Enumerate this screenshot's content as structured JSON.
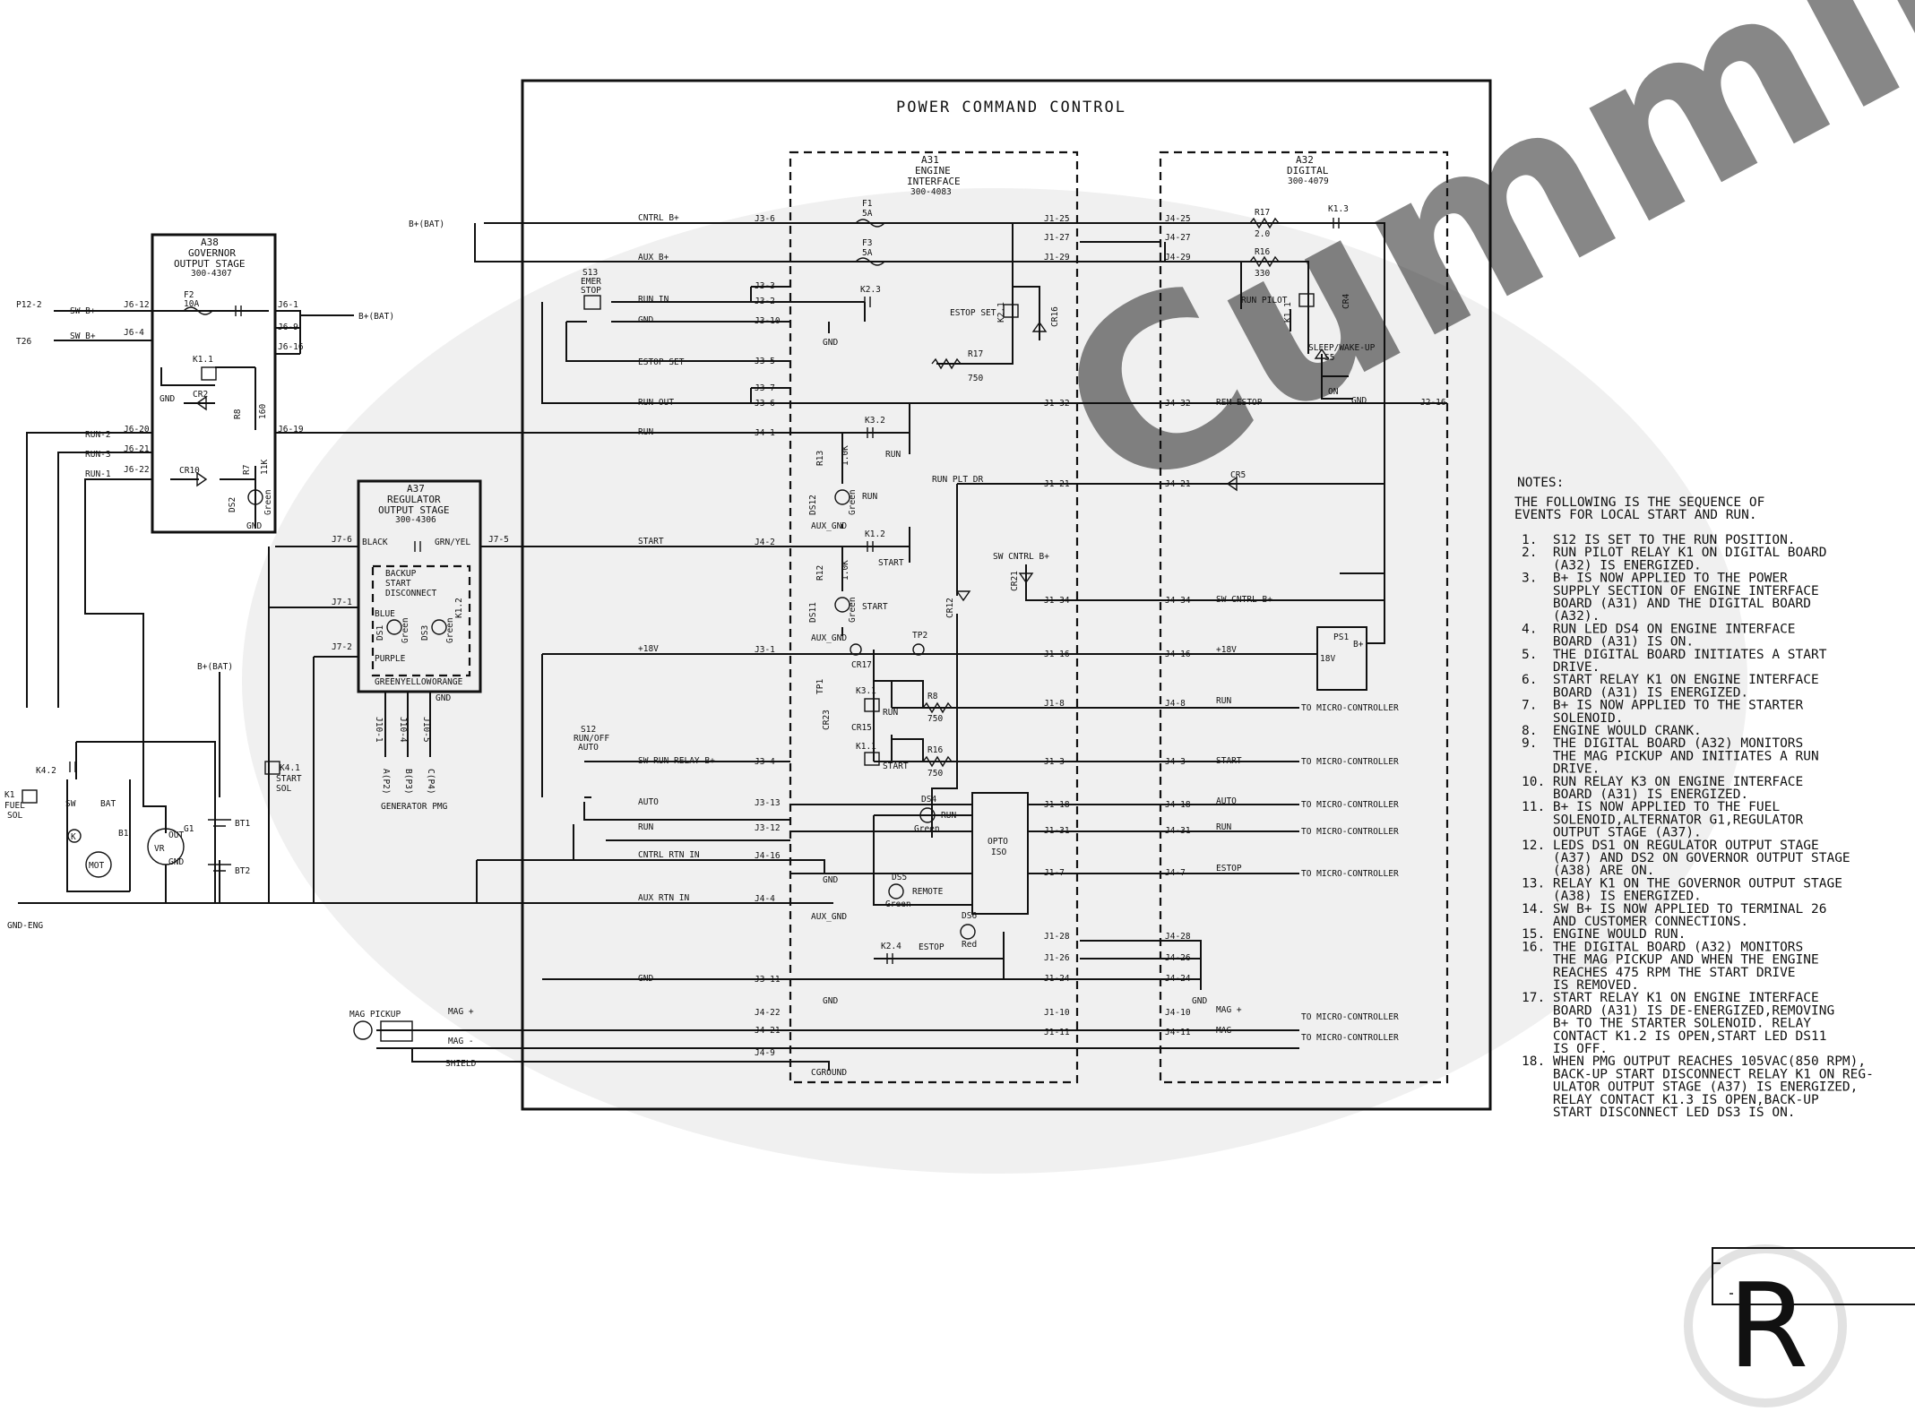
{
  "title": "POWER COMMAND CONTROL",
  "blocks": {
    "a31": {
      "ref": "A31",
      "name1": "ENGINE",
      "name2": "INTERFACE",
      "part": "300-4083"
    },
    "a32": {
      "ref": "A32",
      "name1": "DIGITAL",
      "part": "300-4079"
    },
    "a38": {
      "ref": "A38",
      "name1": "GOVERNOR",
      "name2": "OUTPUT STAGE",
      "part": "300-4307"
    },
    "a37": {
      "ref": "A37",
      "name1": "REGULATOR",
      "name2": "OUTPUT STAGE",
      "part": "300-4306"
    }
  },
  "left_nets": [
    "B+(BAT)",
    "P12-2",
    "T26",
    "SW B+",
    "SW B+",
    "RUN-2",
    "RUN-3",
    "RUN-1",
    "B+(BAT)",
    "B+(BAT)",
    "GND-ENG",
    "MAG PICKUP",
    "SHIELD"
  ],
  "signals": [
    "CNTRL B+",
    "AUX B+",
    "RUN IN",
    "GND",
    "ESTOP SET",
    "RUN OUT",
    "RUN",
    "START",
    "+18V",
    "SW RUN RELAY B+",
    "AUTO",
    "RUN",
    "CNTRL RTN IN",
    "AUX RTN IN",
    "GND",
    "MAG +",
    "MAG -"
  ],
  "j3_pins": [
    "J3-6",
    "J3-3",
    "J3-2",
    "J3-10",
    "J3-5",
    "J3-7",
    "J3-6",
    "J4-1",
    "J4-2",
    "J3-1",
    "J3-4",
    "J3-13",
    "J3-12",
    "J4-16",
    "J4-4",
    "J3-11",
    "J4-22",
    "J4-21",
    "J4-9"
  ],
  "j1_pins": [
    "J1-25",
    "J1-27",
    "J1-29",
    "J1-32",
    "J1-21",
    "J1-34",
    "J1-16",
    "J1-8",
    "J1-3",
    "J1-18",
    "J1-31",
    "J1-7",
    "J1-28",
    "J1-26",
    "J1-24",
    "J1-10",
    "J1-11"
  ],
  "j4_pins": [
    "J4-25",
    "J4-27",
    "J4-29",
    "J4-32",
    "J4-21",
    "J4-34",
    "J4-16",
    "J4-8",
    "J4-3",
    "J4-18",
    "J4-31",
    "J4-7",
    "J4-28",
    "J4-26",
    "J4-24",
    "J4-10",
    "J4-11"
  ],
  "j4_signals": [
    "REM ESTOP",
    "SW CNTRL B+",
    "+18V",
    "RUN",
    "START",
    "AUTO",
    "RUN",
    "ESTOP",
    "MAG +",
    "MAG -"
  ],
  "j6_pins": [
    "J6-12",
    "J6-4",
    "J6-1",
    "J6-9",
    "J6-16",
    "J6-20",
    "J6-21",
    "J6-22",
    "J6-19"
  ],
  "j7_pins": [
    "J7-6",
    "J7-5",
    "J7-1",
    "J7-2"
  ],
  "j10_pins": [
    "J10-1",
    "J10-4",
    "J10-5"
  ],
  "to_micro": "TO MICRO-CONTROLLER",
  "components": {
    "f1": "F1",
    "f1v": "5A",
    "f3": "F3",
    "f3v": "5A",
    "f2": "F2",
    "f2v": "10A",
    "r17": "R17",
    "r17v": "2.0",
    "r16": "R16",
    "r16v": "330",
    "r17b": "R17",
    "r17bv": "750",
    "r8": "R8",
    "r8v": "750",
    "r16b": "R16",
    "r16bv": "750",
    "r13": "R13",
    "r13v": "1.0K",
    "r12": "R12",
    "r12v": "1.0K",
    "r8g": "R8",
    "r8gv": "160",
    "r7": "R7",
    "r7v": "11K",
    "k1_3": "K1.3",
    "k2_3": "K2.3",
    "k2_1": "K2.1",
    "k1_1": "K1.1",
    "k3_2": "K3.2",
    "k1_2": "K1.2",
    "k3_1": "K3.1",
    "k1_1b": "K1.1",
    "k2_4": "K2.4",
    "k4_2": "K4.2",
    "k4_1": "K4.1",
    "k1": "K1",
    "cr4": "CR4",
    "cr16": "CR16",
    "cr5": "CR5",
    "cr21": "CR21",
    "cr12": "CR12",
    "cr17": "CR17",
    "cr23": "CR23",
    "cr15": "CR15",
    "cr2": "CR2",
    "cr10": "CR10",
    "ds12": "DS12",
    "ds11": "DS11",
    "ds4": "DS4",
    "ds5": "DS5",
    "ds6": "DS6",
    "ds2": "DS2",
    "ds1": "DS1",
    "ds3": "DS3",
    "tp1": "TP1",
    "tp2": "TP2",
    "ps1": "PS1",
    "s13": "S13",
    "s12": "S12",
    "s5": "S5",
    "g1": "G1",
    "b1": "B1",
    "bt1": "BT1",
    "bt2": "BT2",
    "mot": "MOT",
    "opto": "OPTO",
    "iso": "ISO"
  },
  "labels": {
    "run_pilot": "RUN PILOT",
    "estop_set": "ESTOP SET",
    "sleep": "SLEEP/WAKE-UP",
    "on": "ON",
    "emer": "EMER",
    "stop": "STOP",
    "run_off_auto": "RUN/OFF",
    "auto": "AUTO",
    "sw_cntrl_b": "SW CNTRL B+",
    "run_plt_dr": "RUN PLT DR",
    "remote": "REMOTE",
    "estop": "ESTOP",
    "green": "Green",
    "red": "Red",
    "aux_gnd": "AUX_GND",
    "gnd": "GND",
    "cground": "CGROUND",
    "run": "RUN",
    "start": "START",
    "b_plus": "B+",
    "v18": "18V",
    "j2_16": "J2-16",
    "black": "BLACK",
    "grn_yel": "GRN/YEL",
    "blue": "BLUE",
    "purple": "PURPLE",
    "green_wire": "GREEN",
    "yellow": "YELLOW",
    "orange": "ORANGE",
    "backup": "BACKUP",
    "start_w": "START",
    "disconnect": "DISCONNECT",
    "a_p2": "A(P2)",
    "b_p3": "B(P3)",
    "c_p4": "C(P4)",
    "gen_pmg": "GENERATOR PMG",
    "fuel": "FUEL",
    "sol": "SOL",
    "start_sol": "START",
    "sol2": "SOL",
    "sw": "SW",
    "bat": "BAT",
    "k": "K",
    "out": "OUT",
    "vr": "VR",
    "gnd_g": "GND"
  },
  "notes": {
    "heading": "NOTES:",
    "intro": [
      "THE FOLLOWING IS THE SEQUENCE OF",
      "EVENTS FOR LOCAL START AND RUN."
    ],
    "items": [
      "1.  S12 IS SET TO THE RUN POSITION.",
      "2.  RUN PILOT RELAY K1 ON DIGITAL BOARD",
      "    (A32) IS ENERGIZED.",
      "3.  B+ IS NOW APPLIED TO THE POWER",
      "    SUPPLY SECTION OF ENGINE INTERFACE",
      "    BOARD (A31) AND THE DIGITAL BOARD",
      "    (A32).",
      "4.  RUN LED DS4 ON ENGINE INTERFACE",
      "    BOARD (A31) IS ON.",
      "5.  THE DIGITAL BOARD INITIATES A START",
      "    DRIVE.",
      "6.  START RELAY K1 ON ENGINE INTERFACE",
      "    BOARD (A31) IS ENERGIZED.",
      "7.  B+ IS NOW APPLIED TO THE STARTER",
      "    SOLENOID.",
      "8.  ENGINE WOULD CRANK.",
      "9.  THE DIGITAL BOARD (A32) MONITORS",
      "    THE MAG PICKUP AND INITIATES A RUN",
      "    DRIVE.",
      "10. RUN RELAY K3 ON ENGINE INTERFACE",
      "    BOARD (A31) IS ENERGIZED.",
      "11. B+ IS NOW APPLIED TO THE FUEL",
      "    SOLENOID,ALTERNATOR G1,REGULATOR",
      "    OUTPUT STAGE (A37).",
      "12. LEDS DS1 ON REGULATOR OUTPUT STAGE",
      "    (A37) AND DS2 ON GOVERNOR OUTPUT STAGE",
      "    (A38) ARE ON.",
      "13. RELAY K1 ON THE GOVERNOR OUTPUT STAGE",
      "    (A38) IS ENERGIZED.",
      "14. SW B+ IS NOW APPLIED TO TERMINAL 26",
      "    AND CUSTOMER CONNECTIONS.",
      "15. ENGINE WOULD RUN.",
      "16. THE DIGITAL BOARD (A32) MONITORS",
      "    THE MAG PICKUP AND WHEN THE ENGINE",
      "    REACHES 475 RPM THE START DRIVE",
      "    IS REMOVED.",
      "17. START RELAY K1 ON ENGINE INTERFACE",
      "    BOARD (A31) IS DE-ENERGIZED,REMOVING",
      "    B+ TO THE STARTER SOLENOID. RELAY",
      "    CONTACT K1.2 IS OPEN,START LED DS11",
      "    IS OFF.",
      "18. WHEN PMG OUTPUT REACHES 105VAC(850 RPM),",
      "    BACK-UP START DISCONNECT RELAY K1 ON REG-",
      "    ULATOR OUTPUT STAGE (A37) IS ENERGIZED,",
      "    RELAY CONTACT K1.3 IS OPEN,BACK-UP",
      "    START DISCONNECT LED DS3 IS ON."
    ]
  },
  "watermark": {
    "text": "Cummins",
    "mark": "R"
  }
}
